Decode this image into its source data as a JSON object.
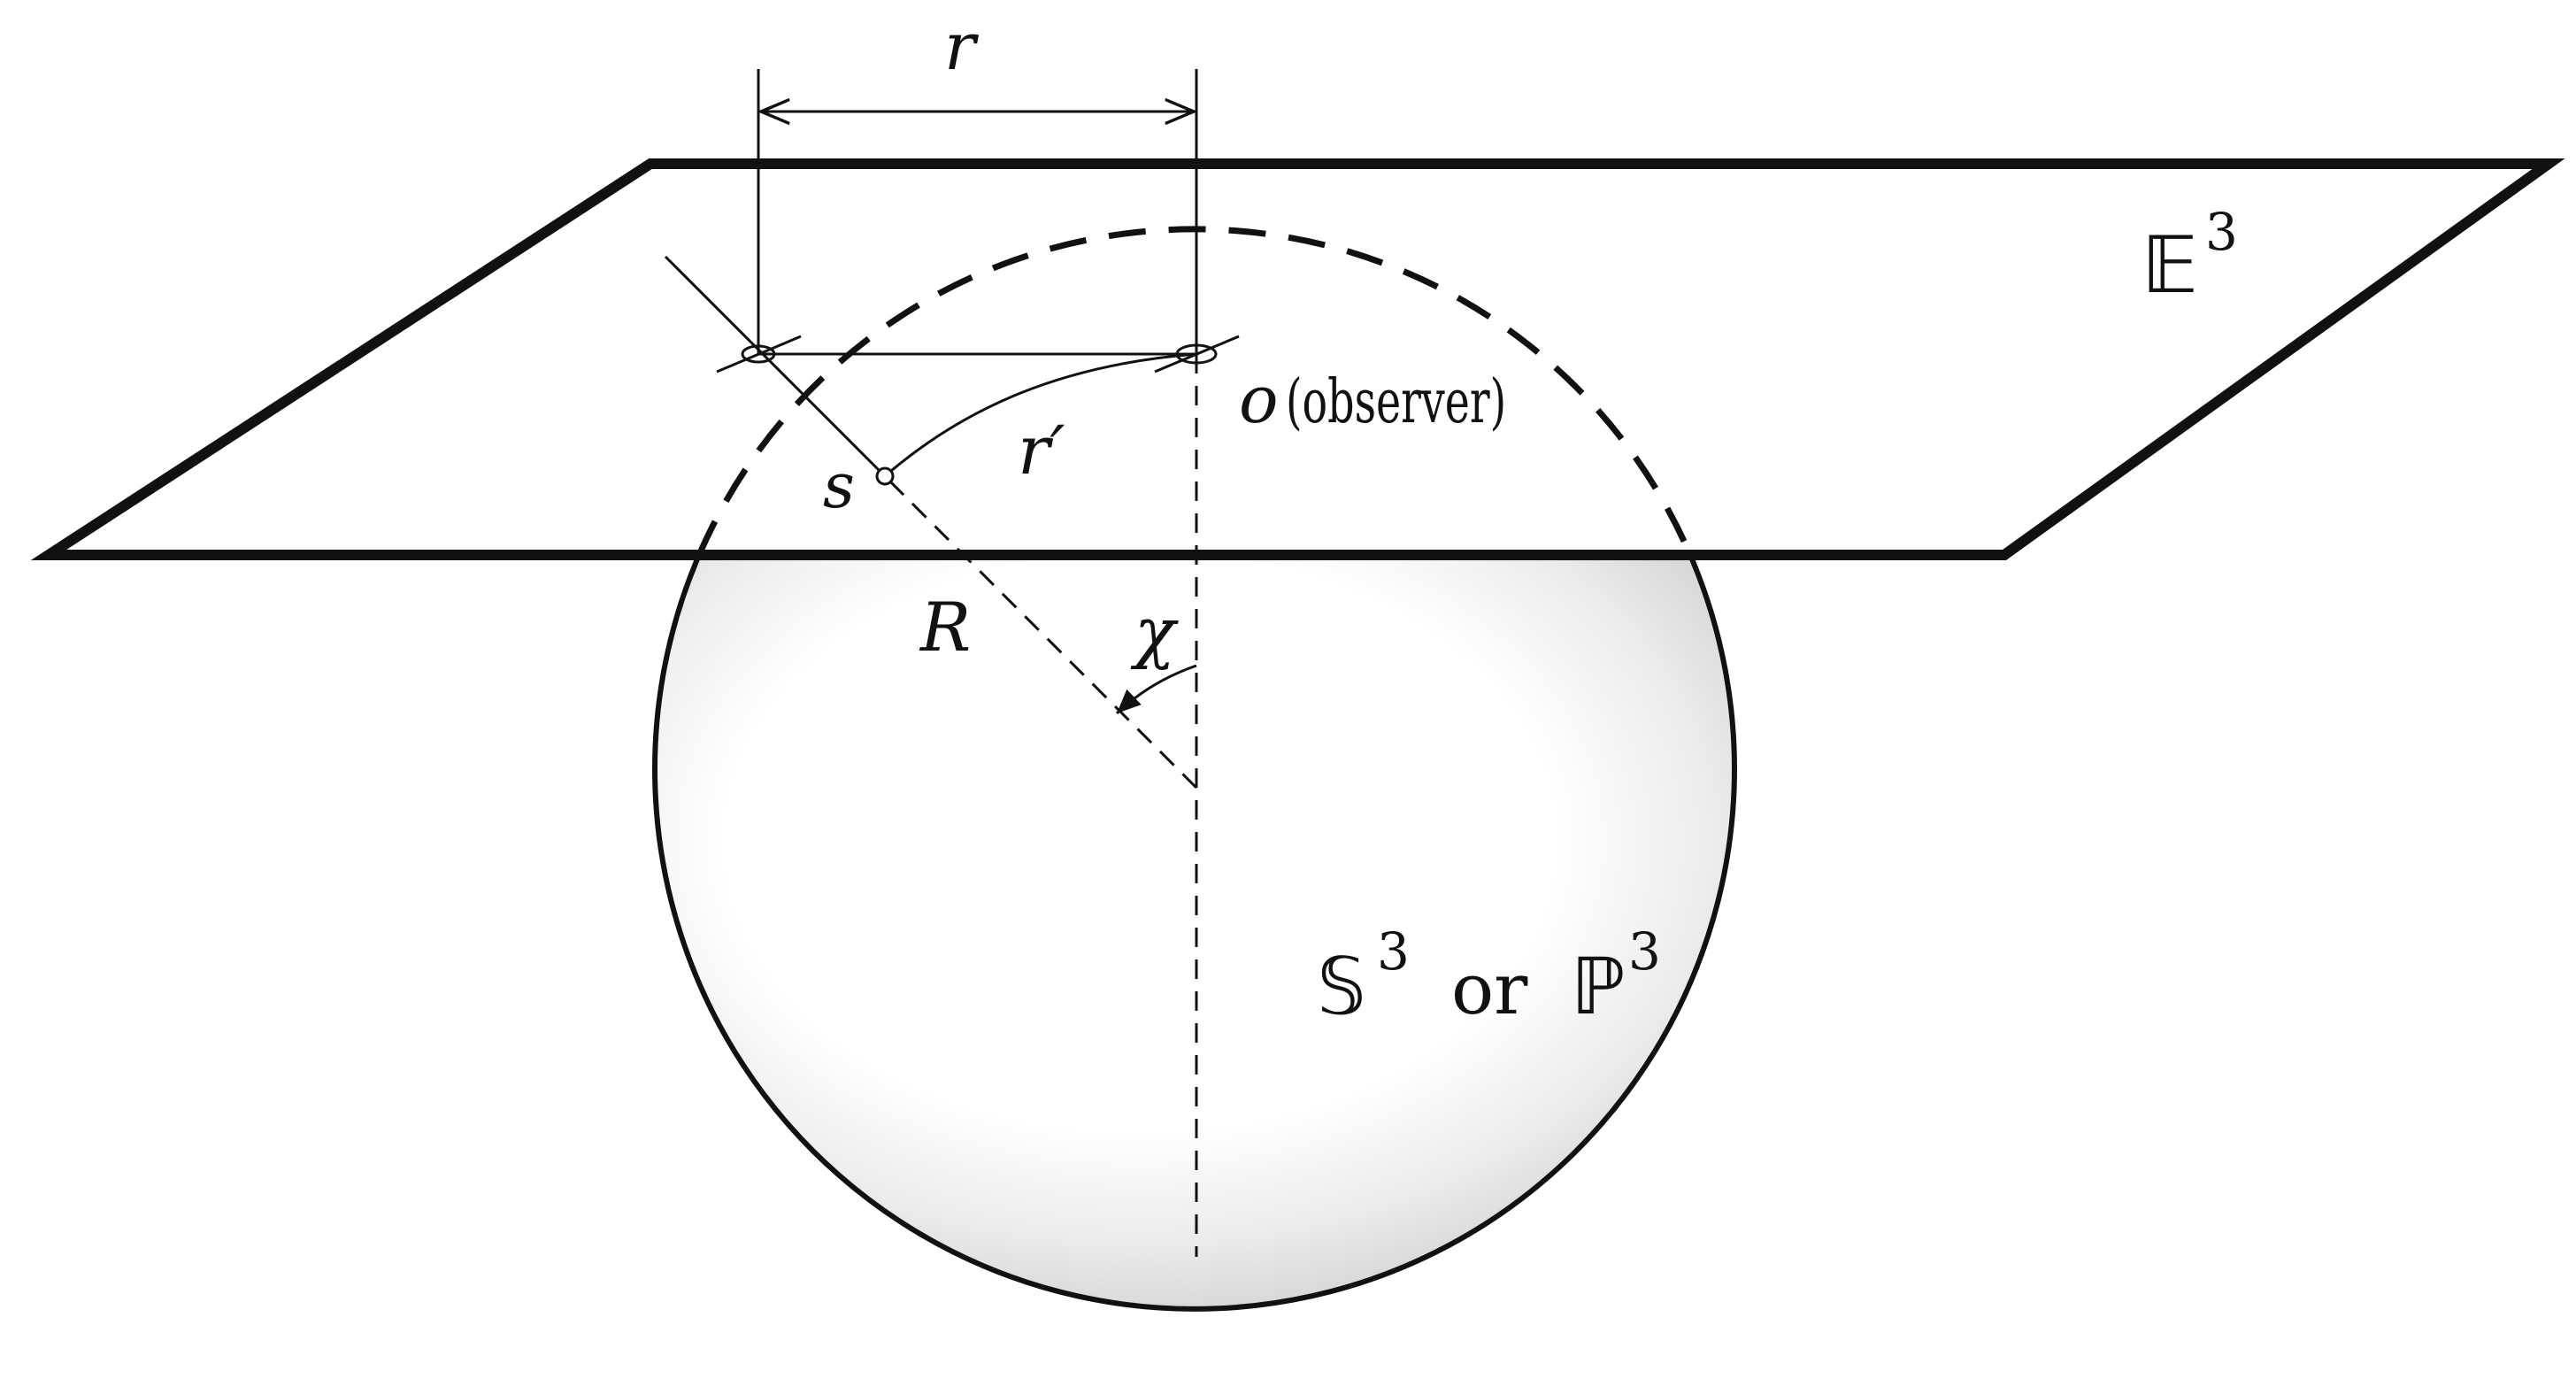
{
  "labels": {
    "r": "r",
    "r_prime": "r′",
    "R": "R",
    "chi": "χ",
    "o": "o",
    "observer": "(observer)",
    "s": "s",
    "euclid_space": "𝔼",
    "euclid_exp": "3",
    "sphere_space": "𝕊",
    "sphere_exp": "3",
    "or": "or",
    "proj_space": "ℙ",
    "proj_exp": "3"
  },
  "colors": {
    "ink": "#111111",
    "shade": "#d6d6d6"
  }
}
